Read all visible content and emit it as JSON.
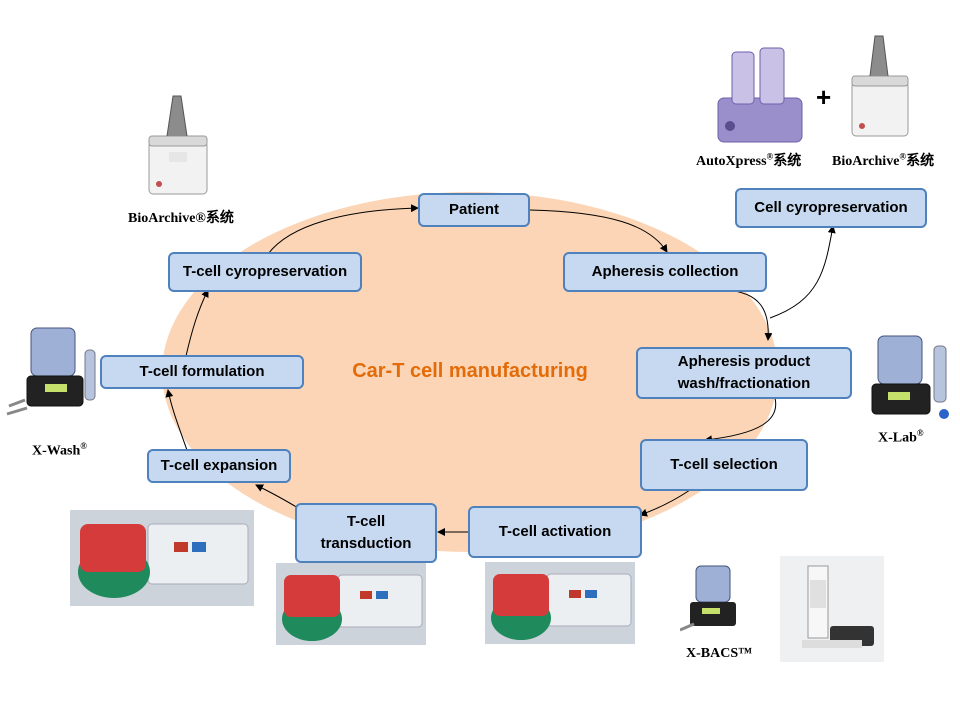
{
  "title": "Car-T cell manufacturing",
  "steps": {
    "patient": "Patient",
    "apheresis_collection": "Apheresis collection",
    "apheresis_product_line1": "Apheresis product",
    "apheresis_product_line2": "wash/fractionation",
    "tcell_selection": "T-cell selection",
    "tcell_activation": "T-cell activation",
    "tcell_transduction_line1": "T-cell",
    "tcell_transduction_line2": "transduction",
    "tcell_expansion": "T-cell expansion",
    "tcell_formulation": "T-cell formulation",
    "tcell_cryopreservation": "T-cell cyropreservation",
    "cell_cryopreservation": "Cell cyropreservation"
  },
  "devices": {
    "bioarchive_top_left": "BioArchive®系统",
    "autoxpress_name": "AutoXpress",
    "autoxpress_suffix": "系统",
    "bioarchive_right_name": "BioArchive",
    "bioarchive_right_suffix": "系统",
    "registered": "®",
    "plus": "+",
    "xwash_name": "X-Wash",
    "xlab_name": "X-Lab",
    "xbacs": "X-BACS™"
  },
  "colors": {
    "ellipse_fill": "#fbd5b5",
    "box_fill": "#c6d9f1",
    "box_border": "#4f81bd",
    "title_color": "#e36c09"
  }
}
